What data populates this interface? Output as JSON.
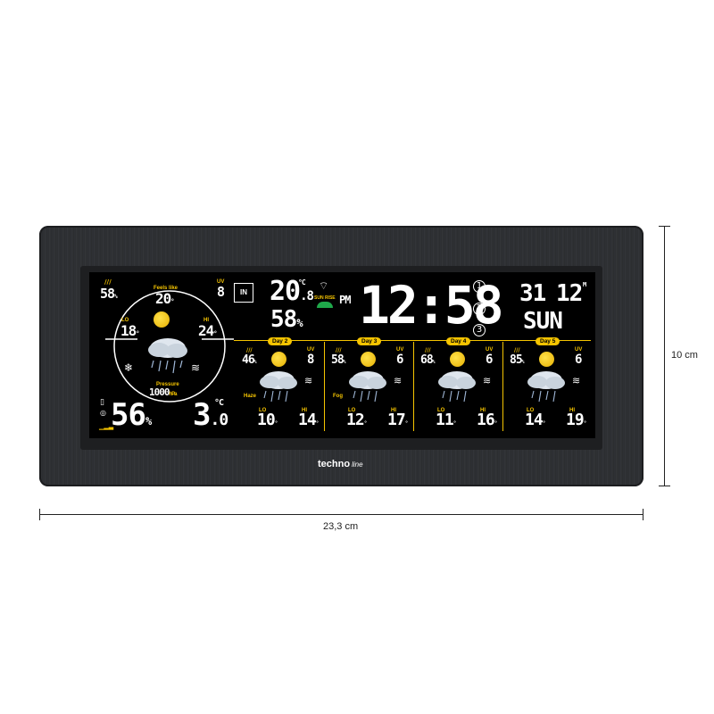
{
  "main": {
    "outdoor_humidity": "58",
    "feels_like_label": "Feels like",
    "feels_like": "20",
    "uv_label": "UV",
    "uv": "8",
    "lo_label": "LO",
    "lo": "18",
    "hi_label": "HI",
    "hi": "24",
    "pressure_label": "Pressure",
    "pressure": "1000",
    "pressure_unit": "hPa",
    "big_humidity": "56",
    "big_temp": "3",
    "big_temp_dec": ".0",
    "temp_unit": "°C"
  },
  "indoor": {
    "icon_label": "IN",
    "temp": "20",
    "temp_dec": ".8",
    "temp_unit": "°C",
    "humidity": "58",
    "humidity_unit": "%",
    "sunrise_label": "SUN RISE"
  },
  "clock": {
    "ampm": "PM",
    "time": "12:58",
    "date_day": "31",
    "date_month": "12",
    "month_marker": "M",
    "weekday": "SUN",
    "alarms": [
      "1",
      "2",
      "3"
    ]
  },
  "forecast": [
    {
      "day": "Day 2",
      "humidity": "46",
      "uv": "8",
      "lo": "10",
      "hi": "14",
      "extra": "Haze"
    },
    {
      "day": "Day 3",
      "humidity": "58",
      "uv": "6",
      "lo": "12",
      "hi": "17",
      "extra": "Fog"
    },
    {
      "day": "Day 4",
      "humidity": "68",
      "uv": "6",
      "lo": "11",
      "hi": "16",
      "extra": ""
    },
    {
      "day": "Day 5",
      "humidity": "85",
      "uv": "6",
      "lo": "14",
      "hi": "19",
      "extra": ""
    }
  ],
  "forecast_labels": {
    "uv": "UV",
    "lo": "LO",
    "hi": "HI"
  },
  "brand": {
    "name": "techno",
    "sub": "line"
  },
  "dimensions": {
    "height": "10 cm",
    "width": "23,3 cm"
  },
  "colors": {
    "accent": "#f5c400",
    "screen": "#000000",
    "housing": "#2f3134"
  }
}
